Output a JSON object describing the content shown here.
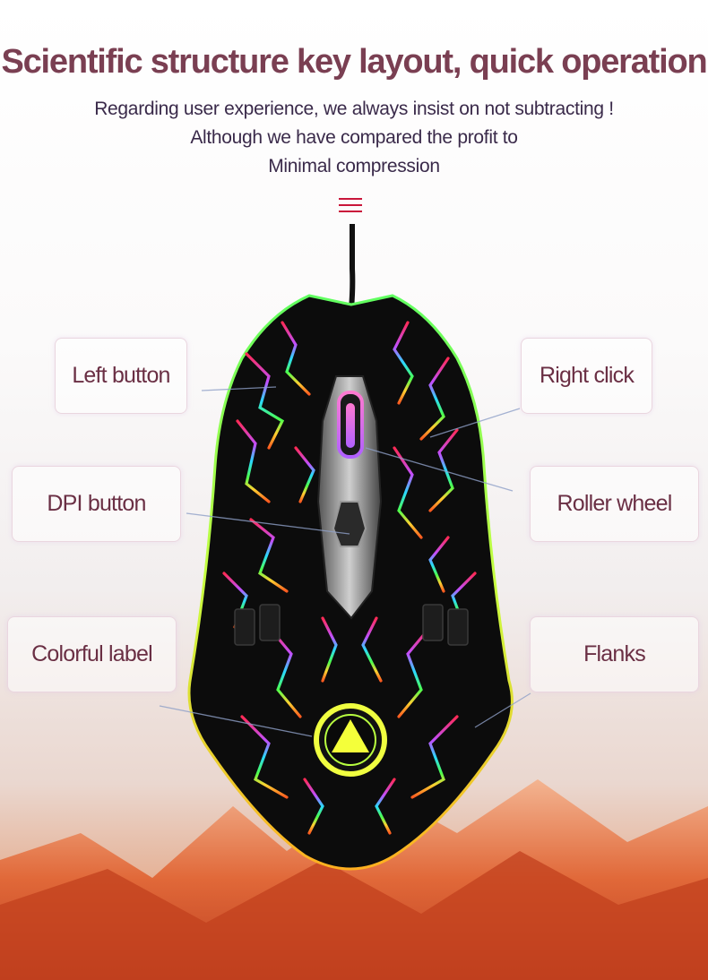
{
  "headline": "Scientific structure key layout, quick operation",
  "subtext": [
    "Regarding user experience, we always insist on not subtracting !",
    "Although we have compared the profit to",
    "Minimal compression"
  ],
  "menu_icon": "hamburger-menu-icon",
  "accent_color": "#c9163a",
  "headline_color": "#7a3f52",
  "labels": {
    "left_button": "Left button",
    "right_click": "Right click",
    "dpi_button": "DPI button",
    "roller_wheel": "Roller wheel",
    "colorful_label": "Colorful label",
    "flanks": "Flanks"
  }
}
